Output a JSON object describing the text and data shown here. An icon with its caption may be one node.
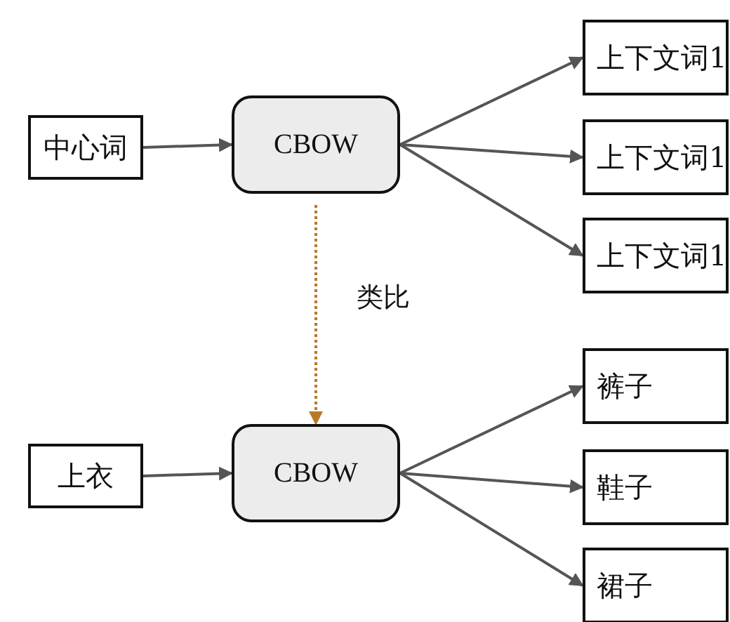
{
  "diagram": {
    "nodes": [
      {
        "text": [
          "中心词"
        ]
      },
      {
        "text": [
          "CBOW"
        ]
      },
      {
        "text": [
          "上下文词1"
        ]
      },
      {
        "text": [
          "上下文词1"
        ]
      },
      {
        "text": [
          "上下文词1"
        ]
      },
      {
        "text": [
          "上衣"
        ]
      },
      {
        "text": [
          "CBOW"
        ]
      },
      {
        "text": [
          "裤子"
        ]
      },
      {
        "text": [
          "鞋子"
        ]
      },
      {
        "text": [
          "裙子"
        ]
      }
    ],
    "edges": [
      {
        "from": 0,
        "to": 1,
        "arrow": "to"
      },
      {
        "from": 1,
        "to": 2,
        "arrow": "to"
      },
      {
        "from": 1,
        "to": 3,
        "arrow": "to"
      },
      {
        "from": 1,
        "to": 4,
        "arrow": "to"
      },
      {
        "from": 1,
        "to": 6,
        "arrow": "to",
        "label": "类比",
        "style": "dashed",
        "color": "#b8782a"
      },
      {
        "from": 5,
        "to": 6,
        "arrow": "to"
      },
      {
        "from": 6,
        "to": 7,
        "arrow": "to"
      },
      {
        "from": 6,
        "to": 8,
        "arrow": "to"
      },
      {
        "from": 6,
        "to": 9,
        "arrow": "to"
      }
    ]
  }
}
